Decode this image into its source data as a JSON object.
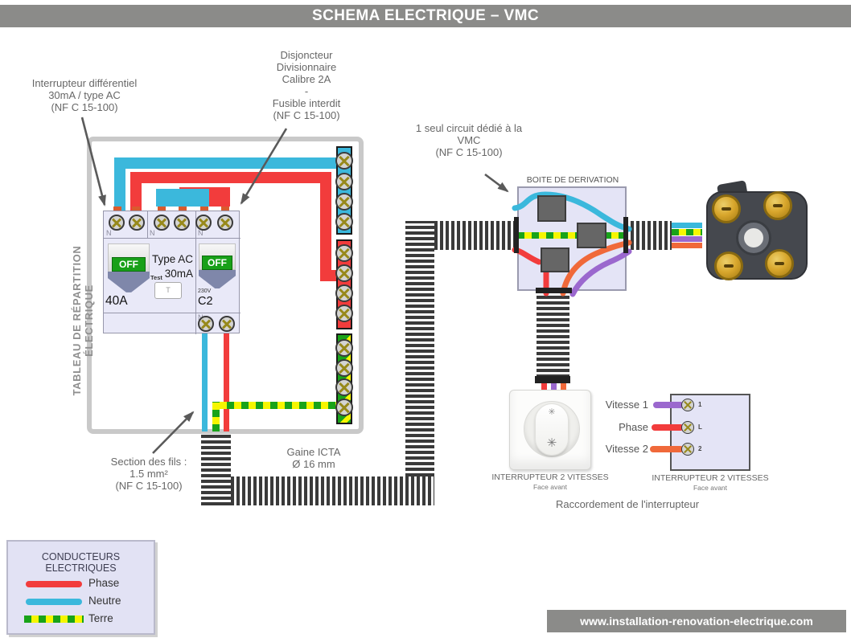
{
  "title": "SCHEMA ELECTRIQUE – VMC",
  "annotations": {
    "differential_switch": "Interrupteur différentiel\n30mA / type AC\n(NF C 15-100)",
    "divisional_breaker": "Disjoncteur\nDivisionnaire\nCalibre 2A\n-\nFusible interdit\n(NF C 15-100)",
    "dedicated_circuit": "1 seul circuit dédié à la\nVMC\n(NF C 15-100)",
    "junction_box_label": "BOITE DE DERIVATION",
    "wire_section": "Section des fils :\n1.5 mm²\n(NF C 15-100)",
    "conduit_label": "Gaine ICTA\nØ 16 mm",
    "wiring_caption": "Raccordement  de l'interrupteur"
  },
  "distribution_board": {
    "side_label": "TABLEAU DE RÉPARTITION ÉLECTRIQUE",
    "neutral_label": "N",
    "differential": {
      "off_label": "OFF",
      "type_text": "Type AC\n30mA",
      "test_label": "Test",
      "test_button": "T",
      "rating": "40A"
    },
    "divisional": {
      "off_label": "OFF",
      "voltage": "230V",
      "rating": "C2"
    }
  },
  "switch_front": {
    "label": "INTERRUPTEUR 2 VITESSES",
    "sublabel": "Face avant"
  },
  "switch_terminals": {
    "label": "INTERRUPTEUR 2 VITESSES",
    "sublabel": "Face avant",
    "rows": [
      {
        "wire": "Vitesse 1",
        "terminal": "1"
      },
      {
        "wire": "Phase",
        "terminal": "L"
      },
      {
        "wire": "Vitesse 2",
        "terminal": "2"
      }
    ]
  },
  "legend": {
    "title": "CONDUCTEURS ELECTRIQUES",
    "items": [
      {
        "label": "Phase"
      },
      {
        "label": "Neutre"
      },
      {
        "label": "Terre"
      }
    ]
  },
  "footer": {
    "website": "www.installation-renovation-electrique.com"
  },
  "icons": {
    "fan_small": "✳",
    "fan_large": "✳"
  },
  "colors": {
    "phase": "#F23C3C",
    "neutral": "#3BB8DC",
    "earth_green": "#19A319",
    "earth_yellow": "#F6F600",
    "speed1_purple": "#9B68CE",
    "speed2_orange": "#F0693A",
    "panel_lavender": "#E4E4F6",
    "bar_gray": "#8B8B89"
  }
}
